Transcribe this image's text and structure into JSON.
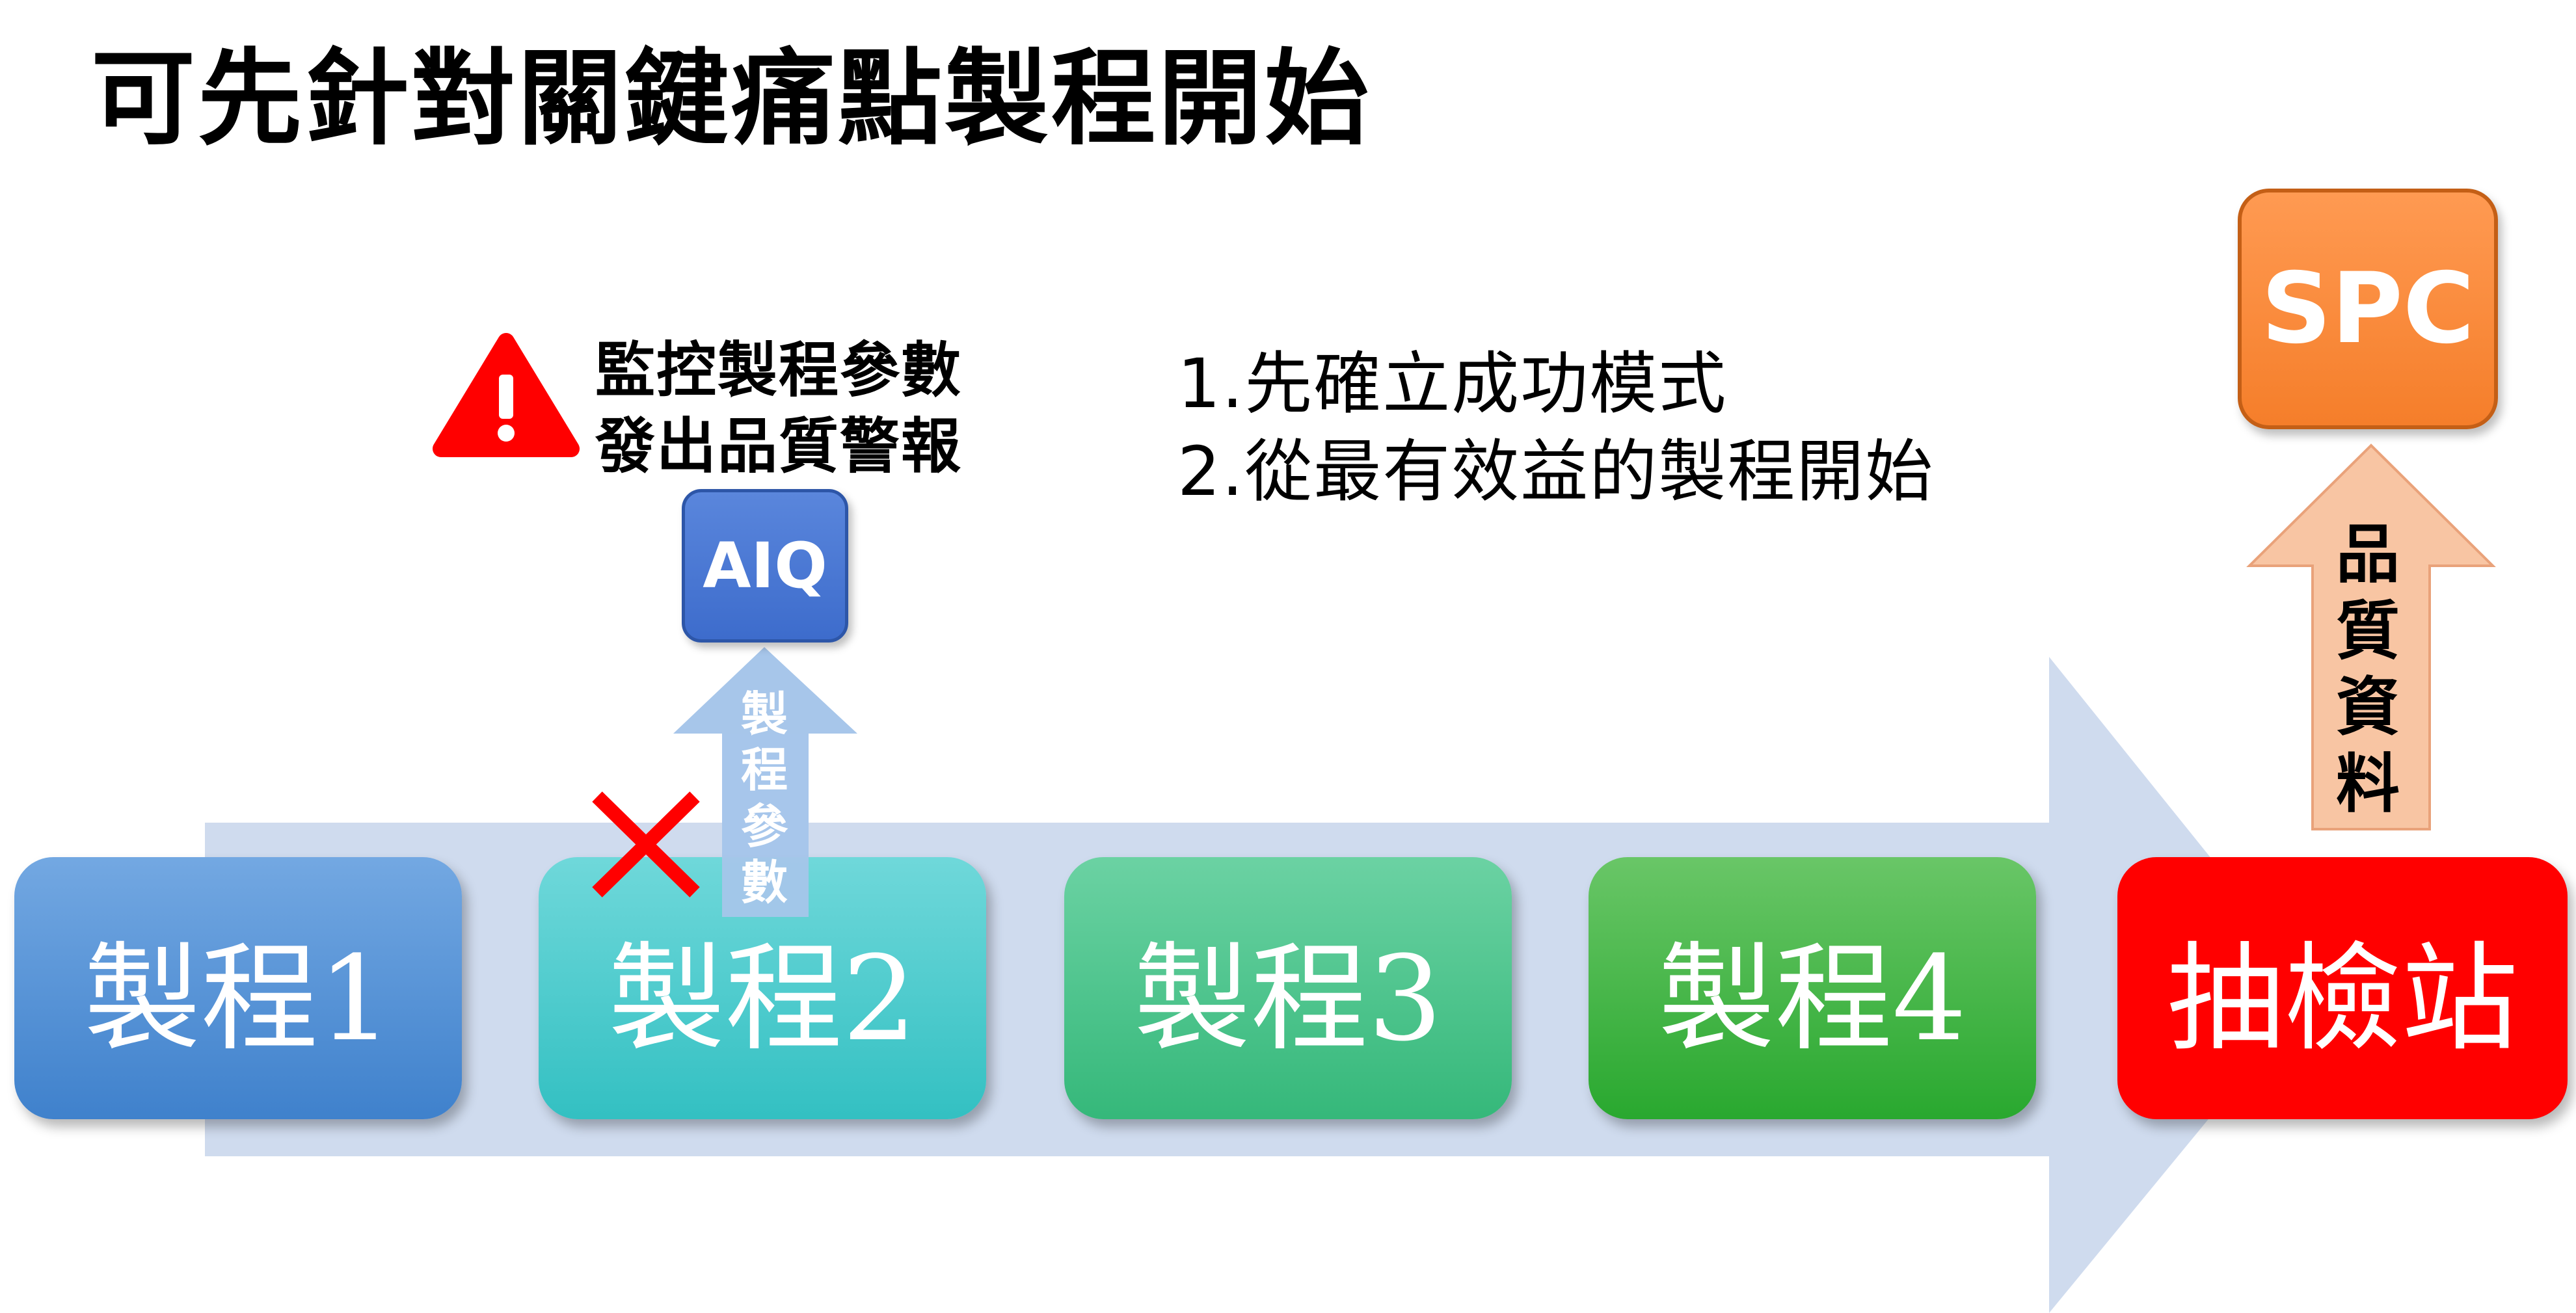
{
  "title": "可先針對關鍵痛點製程開始",
  "alert": {
    "line1": "監控製程參數",
    "line2": "發出品質警報"
  },
  "strategy": {
    "line1": "1.先確立成功模式",
    "line2": "2.從最有效益的製程開始"
  },
  "aiq_label": "AIQ",
  "spc_label": "SPC",
  "process_params_chars": [
    "製",
    "程",
    "參",
    "數"
  ],
  "quality_data_chars": [
    "品",
    "質",
    "資",
    "料"
  ],
  "processes": [
    "製程1",
    "製程2",
    "製程3",
    "製程4"
  ],
  "inspection_station": "抽檢站",
  "colors": {
    "flow_arrow": "#cfdbee",
    "params_arrow": "#a7c6ea",
    "quality_arrow": "#f8c5a3",
    "inspection": "#ff0000",
    "spc": "#f5832b",
    "aiq": "#4677d3",
    "cross": "#ff0000",
    "warning": "#ff0000"
  },
  "icons": {
    "warning": "warning-triangle-icon",
    "blocked": "red-x-icon"
  }
}
